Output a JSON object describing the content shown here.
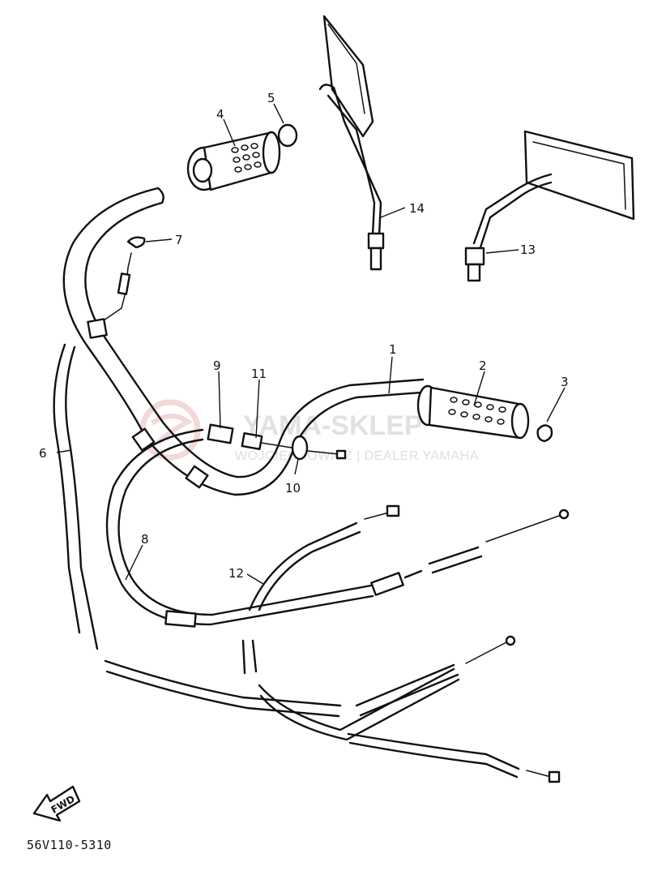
{
  "drawing_code": "56V110-5310",
  "callouts": [
    {
      "id": "1",
      "label": "1"
    },
    {
      "id": "2",
      "label": "2"
    },
    {
      "id": "3",
      "label": "3"
    },
    {
      "id": "4",
      "label": "4"
    },
    {
      "id": "5",
      "label": "5"
    },
    {
      "id": "6",
      "label": "6"
    },
    {
      "id": "7",
      "label": "7"
    },
    {
      "id": "8",
      "label": "8"
    },
    {
      "id": "9",
      "label": "9"
    },
    {
      "id": "10",
      "label": "10"
    },
    {
      "id": "11",
      "label": "11"
    },
    {
      "id": "12",
      "label": "12"
    },
    {
      "id": "13",
      "label": "13"
    },
    {
      "id": "14",
      "label": "14"
    }
  ],
  "direction_marker": "FWD",
  "watermark": {
    "title": "YAMA-SKLEP",
    "subtitle": "WOJCIECHOWICZ | DEALER YAMAHA",
    "color": "#e4a9a9"
  }
}
